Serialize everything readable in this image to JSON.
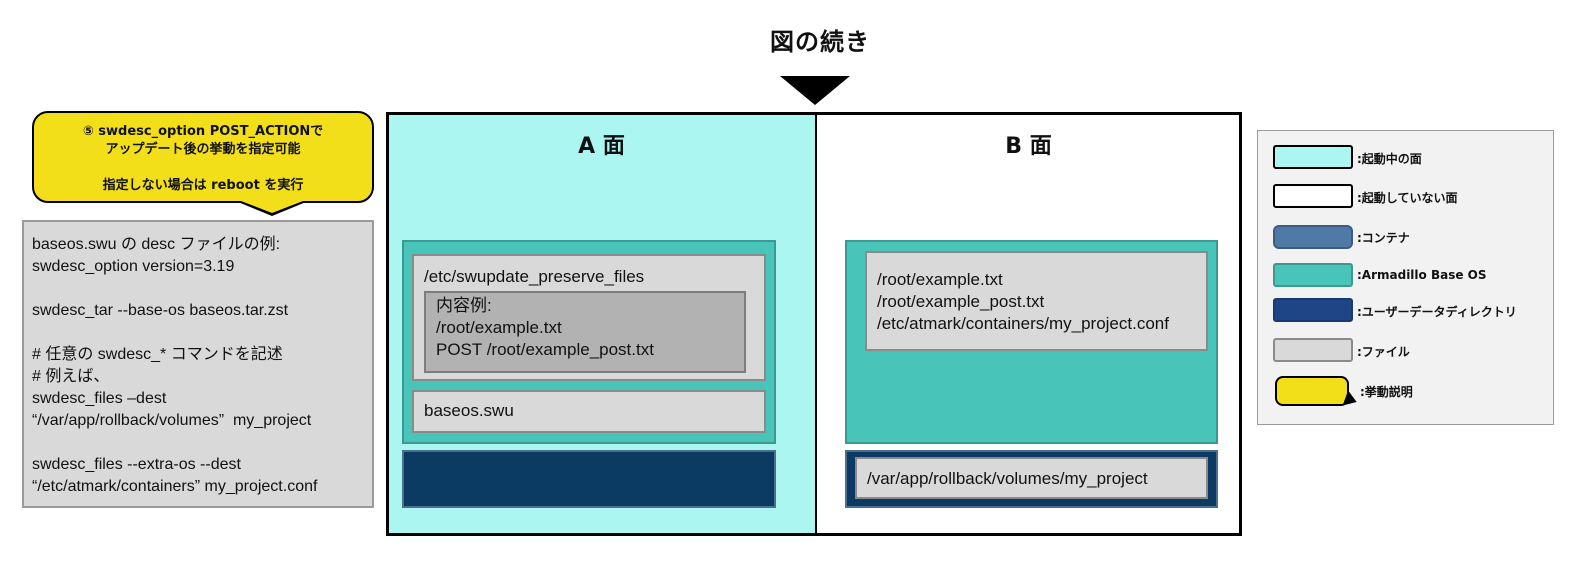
{
  "title": "図の続き",
  "bubble": {
    "line1": "⑤ swdesc_option POST_ACTIONで",
    "line2": "アップデート後の挙動を指定可能",
    "line3": "指定しない場合は reboot を実行"
  },
  "desc_example": {
    "text": "baseos.swu の desc ファイルの例:\nswdesc_option version=3.19\n\nswdesc_tar --base-os baseos.tar.zst\n\n# 任意の swdesc_* コマンドを記述\n# 例えば、\nswdesc_files –dest\n“/var/app/rollback/volumes”  my_project\n\nswdesc_files --extra-os --dest\n“/etc/atmark/containers” my_project.conf"
  },
  "plane_a": {
    "label": "A 面",
    "preserve_title": "/etc/swupdate_preserve_files",
    "preserve_example": "内容例:\n/root/example.txt\nPOST /root/example_post.txt",
    "swu_file": "baseos.swu"
  },
  "plane_b": {
    "label": "B 面",
    "files": "/root/example.txt\n/root/example_post.txt\n/etc/atmark/containers/my_project.conf",
    "user_dir_path": "/var/app/rollback/volumes/my_project"
  },
  "legend": [
    {
      "label": ":起動中の面",
      "color": "#acf6f2"
    },
    {
      "label": ":起動していない面",
      "color": "#ffffff"
    },
    {
      "label": ":コンテナ",
      "color": "#4f7aa6"
    },
    {
      "label": ":Armadillo Base  OS",
      "color": "#48c4b9"
    },
    {
      "label": ":ユーザーデータディレクトリ",
      "color": "#1f4586"
    },
    {
      "label": ":ファイル",
      "color": "#d9d9d9"
    },
    {
      "label": ":挙動説明",
      "color": "#f2df19"
    }
  ]
}
